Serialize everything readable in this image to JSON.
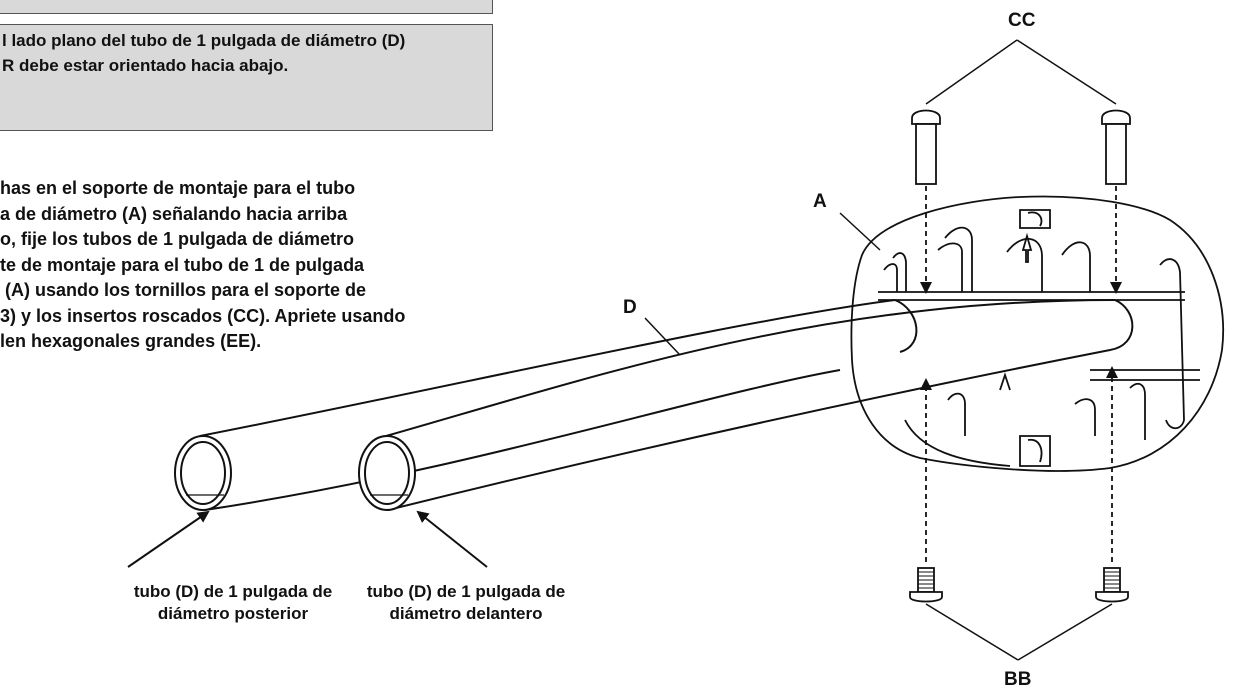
{
  "note": {
    "lines": [
      "l lado plano del tubo de 1 pulgada de diámetro (D)",
      "R debe estar orientado hacia abajo."
    ]
  },
  "instructions": {
    "lines": [
      "has en el soporte de montaje para el tubo",
      "a de diámetro (A) señalando hacia arriba",
      "o, fije los tubos de 1 pulgada de diámetro",
      "te de montaje para el tubo de 1 de pulgada",
      " (A) usando los tornillos para el soporte de",
      "3) y los insertos roscados (CC). Apriete usando",
      "len hexagonales grandes (EE)."
    ]
  },
  "labels": {
    "cc": "CC",
    "a": "A",
    "d": "D",
    "bb": "BB"
  },
  "captions": {
    "rear": {
      "line1": "tubo (D) de 1 pulgada de",
      "line2": "diámetro posterior"
    },
    "front": {
      "line1": "tubo (D) de 1 pulgada de",
      "line2": "diámetro delantero"
    }
  }
}
